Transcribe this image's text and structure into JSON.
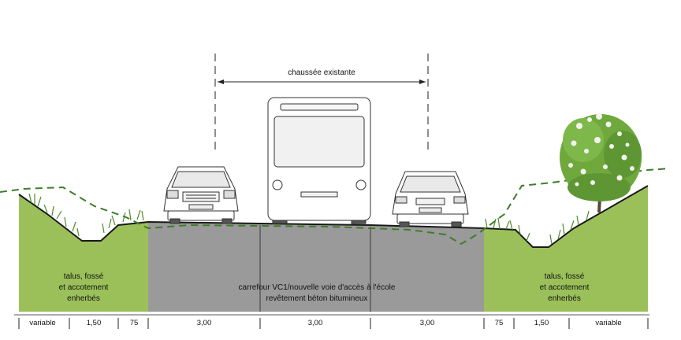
{
  "header": {
    "existing_road_label": "chaussée existante"
  },
  "zones": {
    "left_verge": {
      "lines": [
        "talus, fossé",
        "et accotement",
        "enherbés"
      ]
    },
    "carriageway": {
      "lines": [
        "carrefour VC1/nouvelle voie d'accès à l'école",
        "revêtement béton bitumineux"
      ]
    },
    "right_verge": {
      "lines": [
        "talus, fossé",
        "et accotement",
        "enherbés"
      ]
    }
  },
  "dimensions": [
    {
      "label": "variable"
    },
    {
      "label": "1,50"
    },
    {
      "label": "75"
    },
    {
      "label": "3,00"
    },
    {
      "label": "3,00"
    },
    {
      "label": "3,00"
    },
    {
      "label": "75"
    },
    {
      "label": "1,50"
    },
    {
      "label": "variable"
    }
  ],
  "colors": {
    "grass": "#9bc05a",
    "asphalt": "#9a9a9a",
    "existing_ground_line": "#3e7d2a",
    "road_surface_line": "#1a1a1a",
    "tree_foliage": "#6fa83c",
    "tree_blossom": "#f2f4ee"
  },
  "icons": [
    "car-icon",
    "bus-icon",
    "car-icon",
    "tree-icon",
    "grass-tuft-icon"
  ]
}
